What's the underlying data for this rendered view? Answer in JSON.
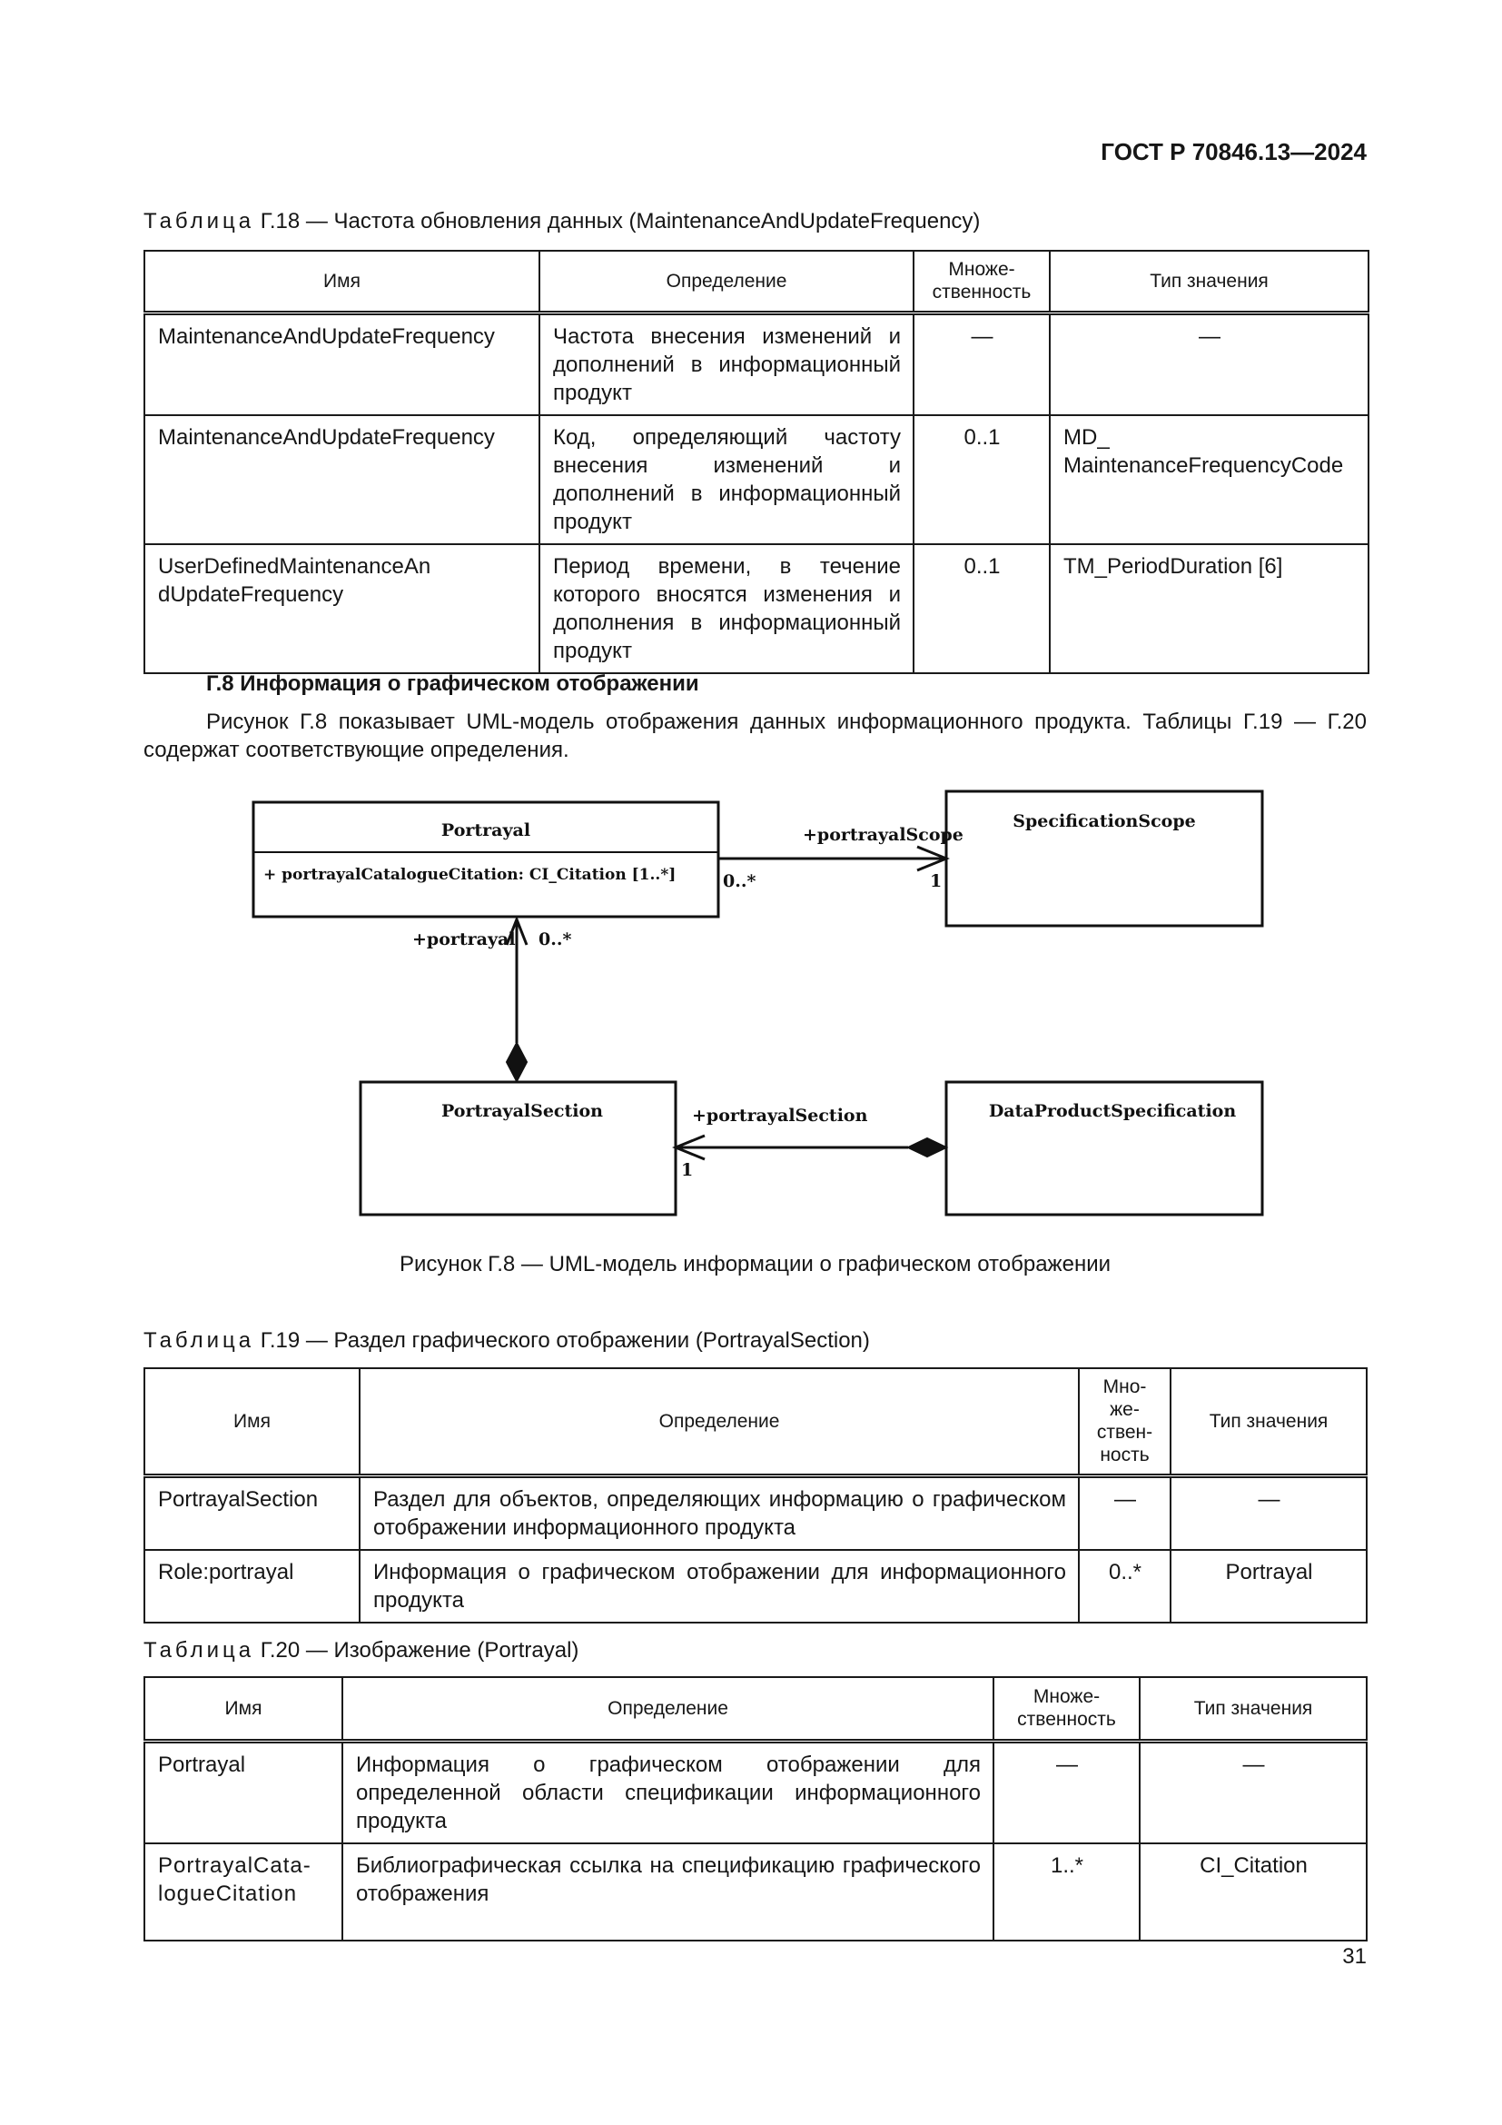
{
  "header": {
    "standard": "ГОСТ Р 70846.13—2024"
  },
  "table18": {
    "caption_label": "Таблица",
    "caption_text": " Г.18 — Частота обновления данных (MaintenanceAndUpdateFrequency)",
    "columns": [
      "Имя",
      "Определение",
      "Множе-\nственность",
      "Тип значения"
    ],
    "rows": [
      [
        "MaintenanceAndUpdateFrequency",
        "Частота внесения изменений и дополнений в информационный продукт",
        "—",
        "—"
      ],
      [
        "MaintenanceAndUpdateFrequency",
        "Код, определяющий частоту внесения изменений и дополнений в информационный продукт",
        "0..1",
        "MD_\nMaintenanceFrequencyCode"
      ],
      [
        "UserDefinedMaintenanceAn\ndUpdateFrequency",
        "Период времени, в течение которого вносятся изменения и дополнения в информационный продукт",
        "0..1",
        "TM_PeriodDuration [6]"
      ]
    ]
  },
  "section": {
    "heading": "Г.8 Информация о графическом отображении",
    "paragraph": "Рисунок Г.8 показывает UML-модель отображения данных информационного продукта. Таблицы Г.19 — Г.20 содержат соответствующие определения."
  },
  "diagram": {
    "portrayal": {
      "name": "Portrayal",
      "attribute": "+    portrayalCatalogueCitation: CI_Citation [1..*]"
    },
    "specification_scope": {
      "name": "SpecificationScope"
    },
    "portrayal_section": {
      "name": "PortrayalSection"
    },
    "data_product_specification": {
      "name": "DataProductSpecification"
    },
    "labels": {
      "portrayal_scope_role": "+portrayalScope",
      "portrayal_scope_source_mult": "0..*",
      "portrayal_scope_target_mult": "1",
      "portrayal_role": "+portrayal",
      "portrayal_mult": "0..*",
      "portrayal_section_role": "+portrayalSection",
      "portrayal_section_mult": "1"
    }
  },
  "figure_caption": "Рисунок Г.8 — UML-модель информации о графическом отображении",
  "table19": {
    "caption_label": "Таблица",
    "caption_text": " Г.19 — Раздел графического отображении (PortrayalSection)",
    "columns": [
      "Имя",
      "Определение",
      "Мно-\nже-\nствен-\nность",
      "Тип значения"
    ],
    "rows": [
      [
        "PortrayalSection",
        "Раздел для объектов, определяющих информацию о графическом отображении информационного продукта",
        "—",
        "—"
      ],
      [
        "Role:portrayal",
        "Информация о графическом отображении для информационного продукта",
        "0..*",
        "Portrayal"
      ]
    ]
  },
  "table20": {
    "caption_label": "Таблица",
    "caption_text": " Г.20 — Изображение (Portrayal)",
    "columns": [
      "Имя",
      "Определение",
      "Множе-\nственность",
      "Тип значения"
    ],
    "rows": [
      [
        "Portrayal",
        "Информация о графическом отображении для определенной области спецификации информационного продукта",
        "—",
        "—"
      ],
      [
        "PortrayalCata-\nlogueCitation",
        "Библиографическая ссылка на спецификацию графического отображения",
        "1..*",
        "CI_Citation"
      ]
    ]
  },
  "page_number": "31"
}
